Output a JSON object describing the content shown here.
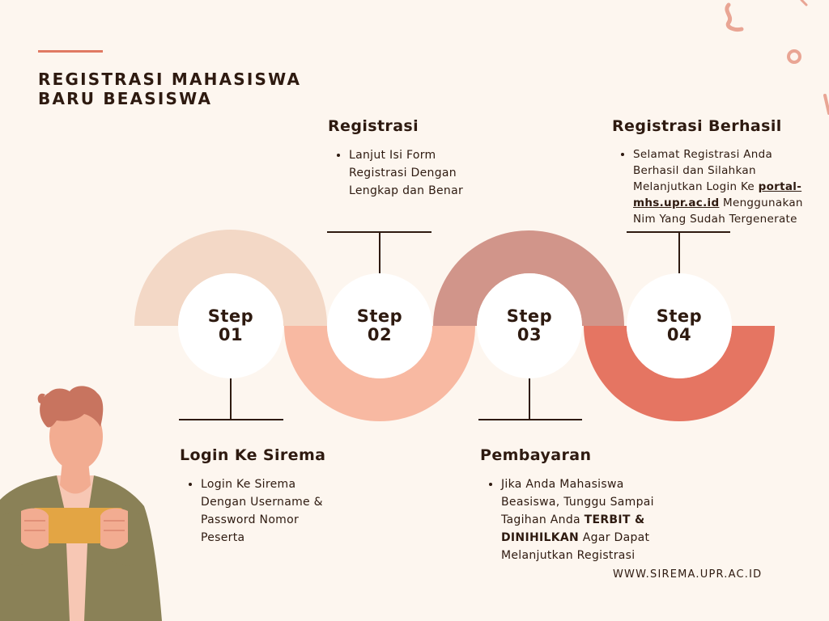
{
  "title": {
    "line1": "REGISTRASI MAHASISWA",
    "line2": "BARU BEASISWA"
  },
  "colors": {
    "background": "#fdf6ef",
    "text": "#2e1a10",
    "accent": "#e07a63",
    "arc_light": "#f3d8c6",
    "arc_mid": "#f8b9a2",
    "arc_rose": "#d1958a",
    "arc_coral": "#e57562"
  },
  "steps": [
    {
      "label_word": "Step",
      "label_num": "01",
      "heading": "Login Ke Sirema",
      "desc": "Login Ke Sirema Dengan Username & Password Nomor Peserta"
    },
    {
      "label_word": "Step",
      "label_num": "02",
      "heading": "Registrasi",
      "desc": "Lanjut Isi Form Registrasi Dengan Lengkap dan Benar"
    },
    {
      "label_word": "Step",
      "label_num": "03",
      "heading": "Pembayaran",
      "desc_parts": {
        "before": "Jika Anda Mahasiswa Beasiswa, Tunggu Sampai Tagihan Anda ",
        "bold": "TERBIT & DINIHILKAN",
        "after": " Agar Dapat Melanjutkan Registrasi"
      }
    },
    {
      "label_word": "Step",
      "label_num": "04",
      "heading": "Registrasi Berhasil",
      "desc_parts": {
        "before": "Selamat Registrasi Anda Berhasil dan Silahkan Melanjutkan Login Ke ",
        "link": "portal-mhs.upr.ac.id",
        "after": " Menggunakan Nim Yang Sudah Tergenerate"
      }
    }
  ],
  "website": "WWW.SIREMA.UPR.AC.ID",
  "illustration": {
    "name": "person-holding-phone",
    "colors": {
      "hair": "#c8745f",
      "skin": "#f2ac91",
      "jacket": "#8a8157",
      "shirt": "#f7c7b4",
      "phone": "#e3a544"
    }
  }
}
